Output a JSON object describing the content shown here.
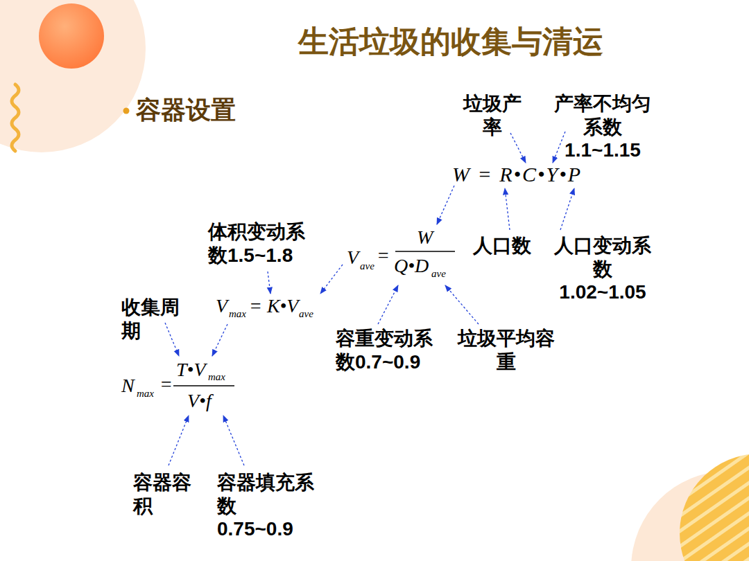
{
  "diagram": {
    "title": "生活垃圾的收集与清运",
    "labels": [
      "容器设置",
      "垃圾产 率",
      "产率不均匀 系数 1.1~1.15",
      "W = R•C•Y•P",
      "体积变动系 数1.5~1.8",
      "V",
      "ave",
      "=",
      "W",
      "Q•D",
      "ave",
      "人口数",
      "人口变动系 数 1.02~1.05",
      "收集周 期",
      "V",
      "max",
      "= K•V",
      "ave",
      "容重变动系 数0.7~0.9",
      "垃圾平均容 重",
      "N",
      "max",
      "=",
      "T•V",
      "max",
      "V•f",
      "容器容 积",
      "容器填充系 数 0.75~0.9"
    ]
  }
}
